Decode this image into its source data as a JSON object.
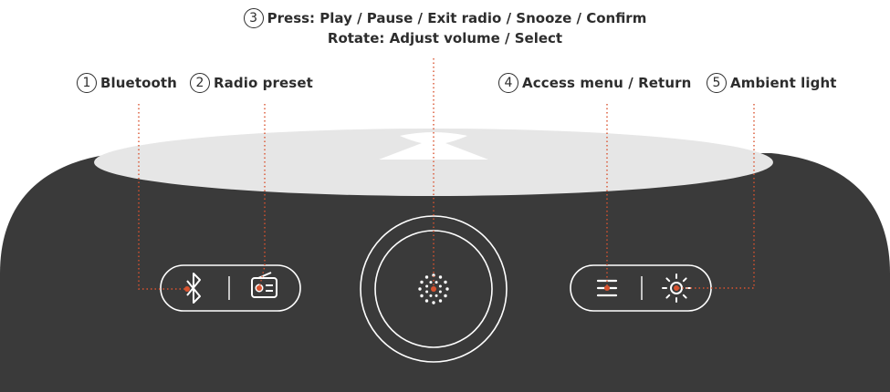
{
  "callouts": [
    {
      "number": "1",
      "label": "Bluetooth"
    },
    {
      "number": "2",
      "label": "Radio preset"
    },
    {
      "number": "3",
      "label": "Press: Play / Pause / Exit radio / Snooze / Confirm",
      "label2": "Rotate: Adjust volume / Select"
    },
    {
      "number": "4",
      "label": "Access menu / Return"
    },
    {
      "number": "5",
      "label": "Ambient light"
    }
  ],
  "icons": {
    "left_pill": [
      "bluetooth-icon",
      "radio-icon"
    ],
    "center": "dot-ring-icon",
    "right_pill": [
      "menu-icon",
      "sun-icon"
    ]
  },
  "colors": {
    "device_body": "#3a3a3a",
    "device_top": "#e6e6e6",
    "leader_line": "#d9532f",
    "outline": "#ffffff",
    "text": "#2d2d2d"
  }
}
